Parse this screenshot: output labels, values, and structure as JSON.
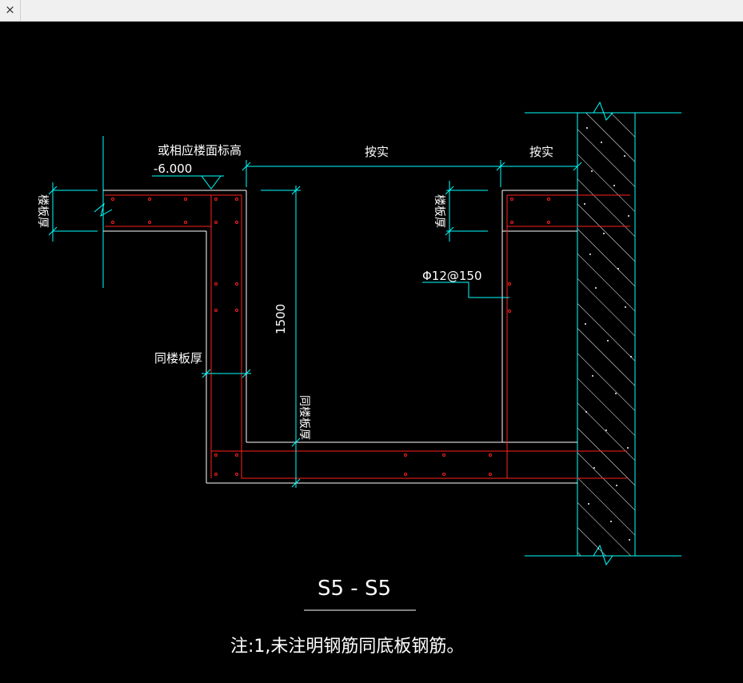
{
  "window": {
    "close_glyph": "×"
  },
  "labels": {
    "elevation_note": "或相应楼面标高",
    "elevation_value": "-6.000",
    "dim_span_center": "按实",
    "dim_span_right": "按实",
    "slab_thickness_left": "楼板厚",
    "slab_thickness_right": "楼板厚",
    "depth_dim": "1500",
    "wall_thickness": "同楼板厚",
    "bottom_thickness": "同楼板厚",
    "rebar_callout": "Φ12@150",
    "section_title": "S5 - S5",
    "note": "注:1,未注明钢筋同底板钢筋。"
  },
  "colors": {
    "background": "#000000",
    "dimension": "#00ffff",
    "outline": "#ffffff",
    "rebar": "#ff2020",
    "text": "#ffffff"
  }
}
